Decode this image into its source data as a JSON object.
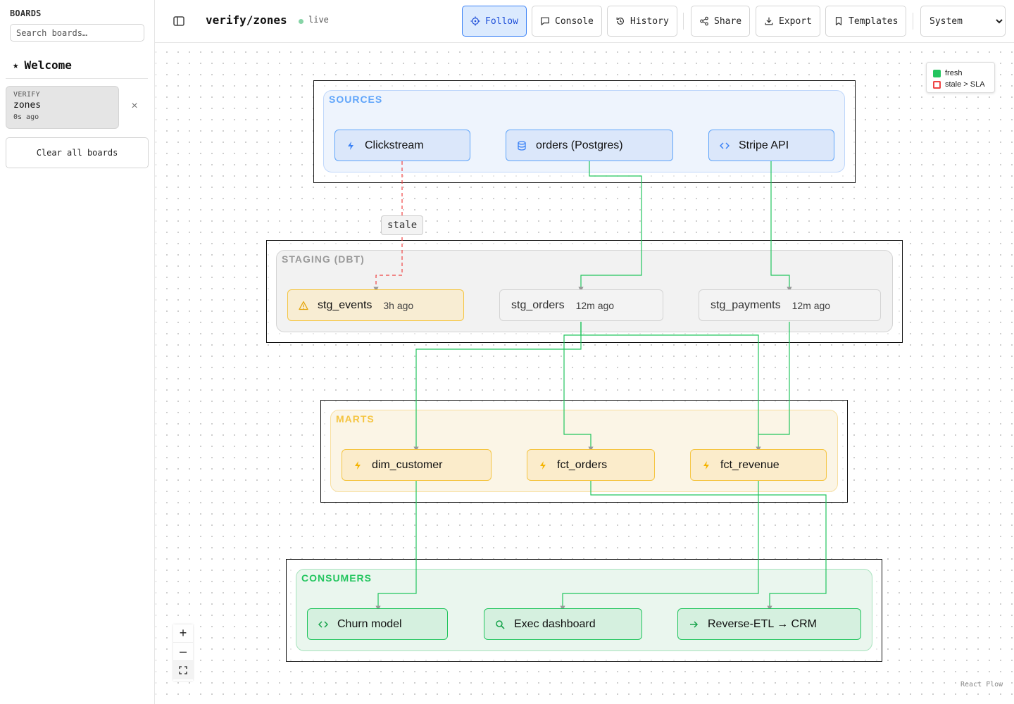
{
  "sidebar": {
    "title": "BOARDS",
    "search_placeholder": "Search boards…",
    "welcome_star": "★",
    "welcome_label": "Welcome",
    "board": {
      "kind": "VERIFY",
      "name": "zones",
      "age": "0s ago"
    },
    "close_glyph": "×",
    "clear_label": "Clear all boards"
  },
  "header": {
    "title": "verify/zones",
    "status": "live",
    "status_color": "#86d4a6",
    "buttons": {
      "follow": "Follow",
      "console": "Console",
      "history": "History",
      "share": "Share",
      "export": "Export",
      "templates": "Templates"
    },
    "theme": {
      "selected": "System",
      "options": [
        "System"
      ]
    }
  },
  "graph": {
    "zones": {
      "sources": "SOURCES",
      "staging": "STAGING (DBT)",
      "marts": "MARTS",
      "consumers": "CONSUMERS"
    },
    "nodes": {
      "clickstream": {
        "label": "Clickstream",
        "icon": "bolt-icon"
      },
      "orders_pg": {
        "label": "orders (Postgres)",
        "icon": "database-icon"
      },
      "stripe": {
        "label": "Stripe API",
        "icon": "code-icon"
      },
      "stg_events": {
        "label": "stg_events",
        "age": "3h ago",
        "icon": "warning-icon"
      },
      "stg_orders": {
        "label": "stg_orders",
        "age": "12m ago"
      },
      "stg_payments": {
        "label": "stg_payments",
        "age": "12m ago"
      },
      "dim_customer": {
        "label": "dim_customer",
        "icon": "bolt-icon"
      },
      "fct_orders": {
        "label": "fct_orders",
        "icon": "bolt-icon"
      },
      "fct_revenue": {
        "label": "fct_revenue",
        "icon": "bolt-icon"
      },
      "churn": {
        "label": "Churn model",
        "icon": "code-icon"
      },
      "exec": {
        "label": "Exec dashboard",
        "icon": "search-icon"
      },
      "retl": {
        "label": "Reverse-ETL → CRM",
        "icon": "arrow-right-icon"
      }
    },
    "edge_label": "stale",
    "colors": {
      "fresh": "#22c55e",
      "stale": "#ef4444",
      "source_accent": "#60a5fa",
      "mart_accent": "#f5c542"
    }
  },
  "legend": {
    "fresh": "fresh",
    "stale": "stale > SLA"
  },
  "controls": {
    "zoom_in": "+",
    "zoom_out": "–"
  },
  "attribution": "React Flow"
}
